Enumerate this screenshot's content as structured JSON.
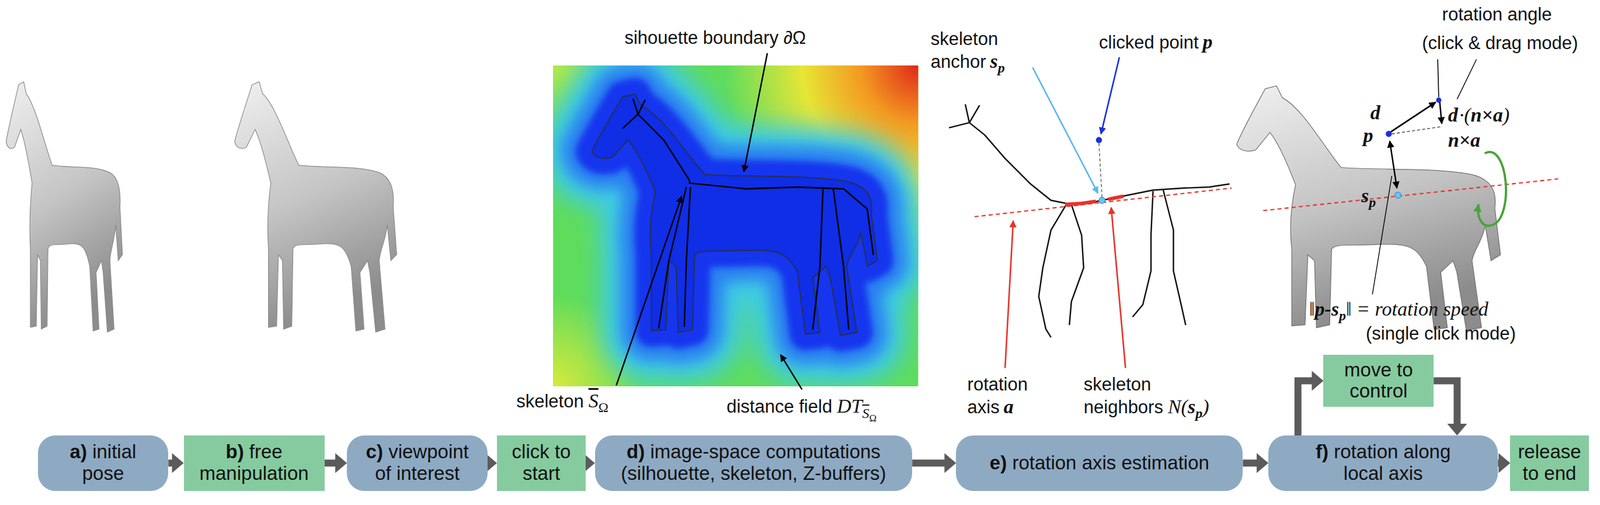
{
  "diagram": {
    "nodes": [
      {
        "text": [
          "a)",
          "initial pose"
        ]
      },
      {
        "text": [
          "b)",
          "free manipulation"
        ]
      },
      {
        "text": [
          "c)",
          "viewpoint of interest"
        ]
      },
      {
        "text": [
          "click to start"
        ]
      },
      {
        "text": [
          "d)",
          "image-space computations (silhouette, skeleton, Z-buffers)"
        ]
      },
      {
        "text": [
          "e)",
          "rotation axis estimation"
        ]
      },
      {
        "text": [
          "f)",
          "rotation along local axis"
        ]
      },
      {
        "text": [
          "move to control"
        ]
      },
      {
        "text": [
          "release to end"
        ]
      }
    ],
    "edges": [
      {
        "from": 0,
        "to": 1,
        "arrow": "to"
      },
      {
        "from": 1,
        "to": 2,
        "arrow": "to"
      },
      {
        "from": 2,
        "to": 3,
        "arrow": "to"
      },
      {
        "from": 3,
        "to": 4,
        "arrow": "to"
      },
      {
        "from": 4,
        "to": 5,
        "arrow": "to"
      },
      {
        "from": 5,
        "to": 6,
        "arrow": "to"
      },
      {
        "from": 6,
        "to": 7,
        "arrow": "to"
      },
      {
        "from": 7,
        "to": 6,
        "arrow": "to"
      },
      {
        "from": 6,
        "to": 8,
        "arrow": "to"
      }
    ],
    "labels": [
      "sihouette boundary ∂Ω",
      "skeleton",
      "S",
      "Ω",
      "distance field",
      "DT",
      "S",
      "Ω",
      "skeleton anchor",
      "s",
      "p",
      "clicked point",
      "p",
      "rotation axis",
      "a",
      "skeleton neighbors",
      "N(",
      "s",
      "p",
      ")",
      "rotation angle",
      "(click & drag mode)",
      "d",
      "p",
      "d",
      "·(",
      "n×a",
      ")",
      "n×a",
      "s",
      "p",
      "‖",
      "p-s",
      "p",
      "‖ = rotation speed",
      "(single click mode)"
    ]
  }
}
